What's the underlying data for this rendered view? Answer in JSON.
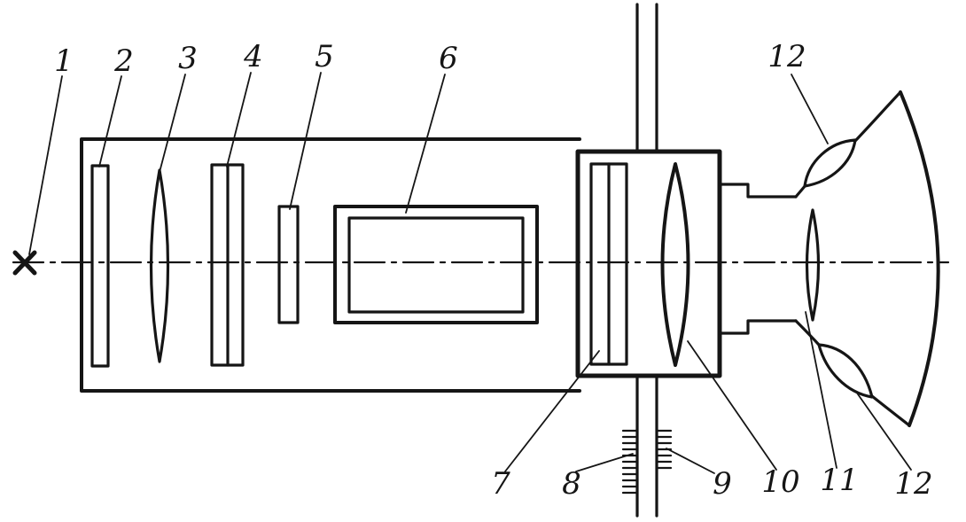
{
  "diagram": {
    "labels": {
      "l1": "1",
      "l2": "2",
      "l3": "3",
      "l4": "4",
      "l5": "5",
      "l6": "6",
      "l7": "7",
      "l8": "8",
      "l9": "9",
      "l10": "10",
      "l11": "11",
      "l12_top": "12",
      "l12_bottom": "12"
    },
    "colors": {
      "ink": "#151515",
      "background": "#ffffff"
    }
  }
}
